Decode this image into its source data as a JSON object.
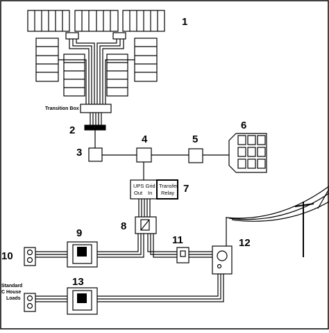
{
  "labels": {
    "n1": "1",
    "n2": "2",
    "n3": "3",
    "n4": "4",
    "n5": "5",
    "n6": "6",
    "n7": "7",
    "n8": "8",
    "n9": "9",
    "n10": "10",
    "n11": "11",
    "n12": "12",
    "n13": "13"
  },
  "text": {
    "transition_box": "Transition Box",
    "ups_line1": "UPS Grid",
    "ups_out": "Out",
    "ups_in": "In",
    "transfer_line1": "Transfer",
    "transfer_line2": "Relay",
    "house_line1": "Standard",
    "house_line2": "C House",
    "house_line3": "Loads"
  }
}
